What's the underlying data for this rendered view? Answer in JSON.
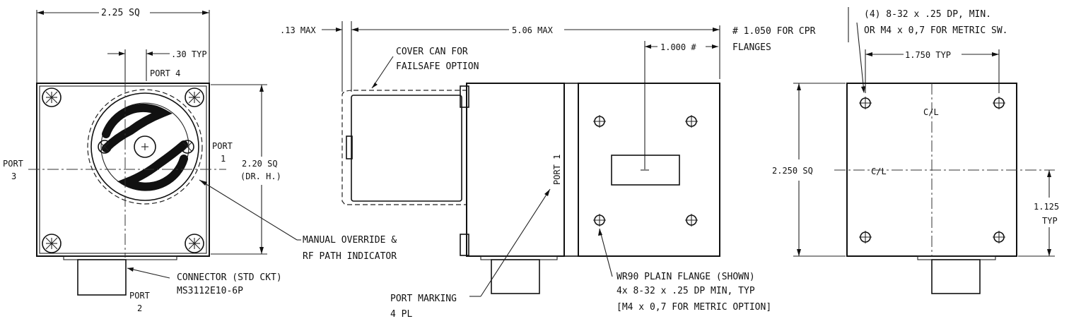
{
  "left_view": {
    "width_dim": "2.25 SQ",
    "typ_dim": ".30 TYP",
    "port_4": "PORT 4",
    "port_1_a": "PORT",
    "port_1_b": "1",
    "port_3_a": "PORT",
    "port_3_b": "3",
    "port_2_a": "PORT",
    "port_2_b": "2",
    "height_dim_a": "2.20 SQ",
    "height_dim_b": "(DR. H.)",
    "override_a": "MANUAL OVERRIDE &",
    "override_b": "RF PATH INDICATOR",
    "connector_a": "CONNECTOR (STD CKT)",
    "connector_b": "MS3112E10-6P"
  },
  "side_view": {
    "max_13": ".13 MAX",
    "max_506": "5.06 MAX",
    "cpr_a": "# 1.050 FOR CPR",
    "cpr_b": "FLANGES",
    "dim_1000": "1.000 #",
    "cover_a": "COVER CAN FOR",
    "cover_b": "FAILSAFE OPTION",
    "port_1": "PORT 1",
    "marking_a": "PORT MARKING",
    "marking_b": "4 PL",
    "flange_a": "WR90 PLAIN FLANGE (SHOWN)",
    "flange_b": "4x 8-32 x .25 DP MIN, TYP",
    "flange_c": "[M4 x 0,7 FOR METRIC OPTION]"
  },
  "right_view": {
    "holes_a": "(4) 8-32 x .25 DP, MIN.",
    "holes_b": "OR M4 x 0,7 FOR METRIC SW.",
    "typ_1750": "1.750 TYP",
    "sq_2250": "2.250 SQ",
    "cl_top": "C/L",
    "cl_mid": "C/L",
    "dim_1125_a": "1.125",
    "dim_1125_b": "TYP"
  }
}
